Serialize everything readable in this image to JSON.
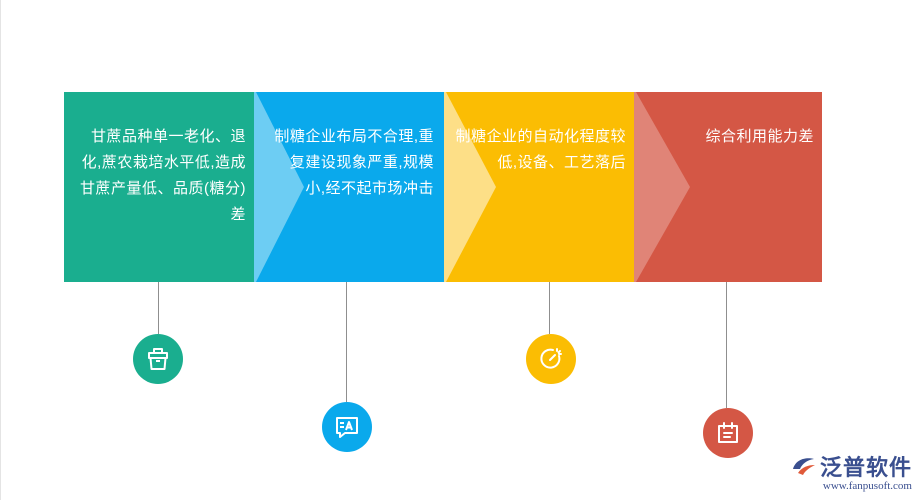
{
  "blocks": [
    {
      "text": "甘蔗品种单一老化、退化,蔗农栽培水平低,造成甘蔗产量低、品质(糖分)差",
      "color": "#1aae8f",
      "icon": "basket-icon"
    },
    {
      "text": "制糖企业布局不合理,重复建设现象严重,规模小,经不起市场冲击",
      "color": "#0aa9ec",
      "icon": "text-message-icon"
    },
    {
      "text": "制糖企业的自动化程度较低,设备、工艺落后",
      "color": "#fbbd03",
      "icon": "gauge-icon"
    },
    {
      "text": "综合利用能力差",
      "color": "#d45745",
      "icon": "calendar-icon"
    }
  ],
  "logo": {
    "name": "泛普软件",
    "url": "www.fanpusoft.com"
  }
}
